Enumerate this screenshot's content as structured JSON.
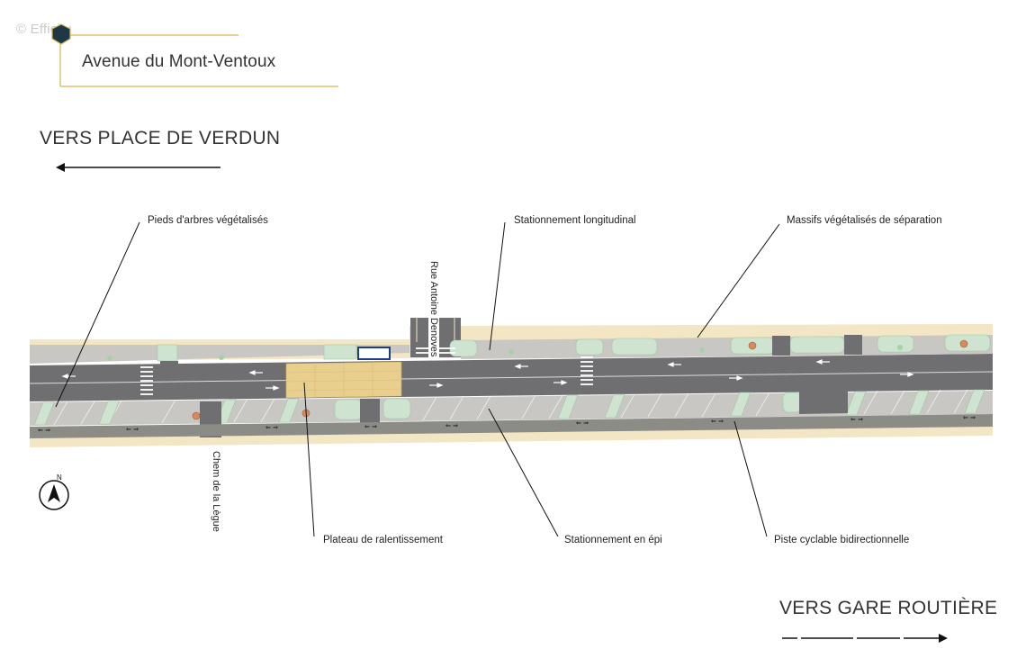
{
  "watermark": "© Efficity",
  "header": {
    "title": "Avenue du Mont-Ventoux"
  },
  "directions": {
    "left": "VERS PLACE DE VERDUN",
    "right": "VERS GARE ROUTIÈRE"
  },
  "streets": {
    "north": "Rue Antoine Denoves",
    "south": "Chem de la Lègue"
  },
  "callouts": {
    "top": [
      "Pieds d'arbres végétalisés",
      "Stationnement longitudinal",
      "Massifs végétalisés de séparation"
    ],
    "bottom": [
      "Plateau de ralentissement",
      "Stationnement en épi",
      "Piste cyclable bidirectionnelle"
    ]
  },
  "compass": {
    "label": "N"
  },
  "colors": {
    "gold_accent": "#d6b455",
    "sidewalk": "#f3e6c4",
    "road": "#6f6f71",
    "green_strip": "#cfe4d0",
    "parking": "#c9c7c3",
    "bike_lane": "#8c8c86",
    "plateau": "#e9cf8e",
    "hexagon": "#1d3946"
  }
}
